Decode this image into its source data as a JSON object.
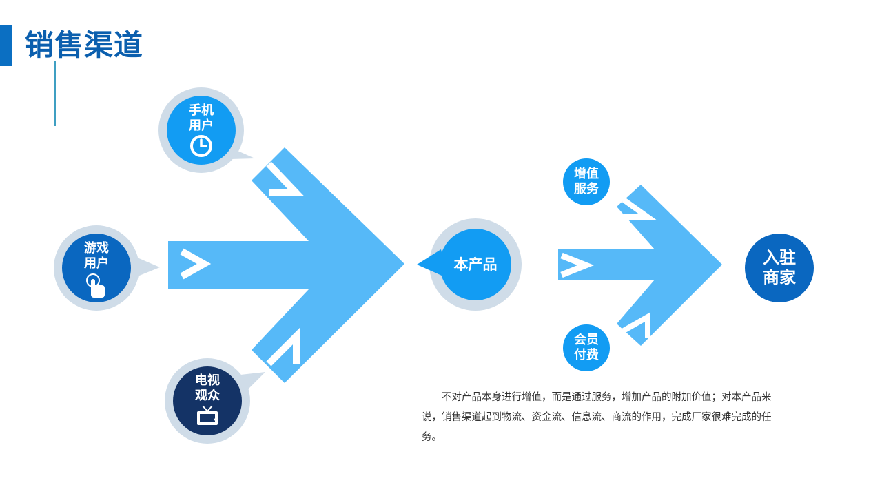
{
  "title": "销售渠道",
  "colors": {
    "accent": "#0B6FC2",
    "title_text": "#0B5FAE",
    "arrow": "#56B9F8",
    "bubble_halo": "#CFDCE8",
    "bubble_light": "#129CF3",
    "bubble_mid": "#0A67C0",
    "bubble_dark": "#143366",
    "rule": "#3F9FC2"
  },
  "bubbles": {
    "mobile_users": {
      "line1": "手机",
      "line2": "用户",
      "icon": "clock-icon"
    },
    "game_users": {
      "line1": "游戏",
      "line2": "用户",
      "icon": "tap-hand-icon"
    },
    "tv_viewers": {
      "line1": "电视",
      "line2": "观众",
      "icon": "tv-icon"
    },
    "product": {
      "label": "本产品"
    },
    "value_added": {
      "line1": "增值",
      "line2": "服务"
    },
    "membership": {
      "line1": "会员",
      "line2": "付费"
    },
    "merchant": {
      "line1": "入驻",
      "line2": "商家"
    }
  },
  "description": "不对产品本身进行增值，而是通过服务，增加产品的附加价值；对本产品来说，销售渠道起到物流、资金流、信息流、商流的作用，完成厂家很难完成的任务。"
}
